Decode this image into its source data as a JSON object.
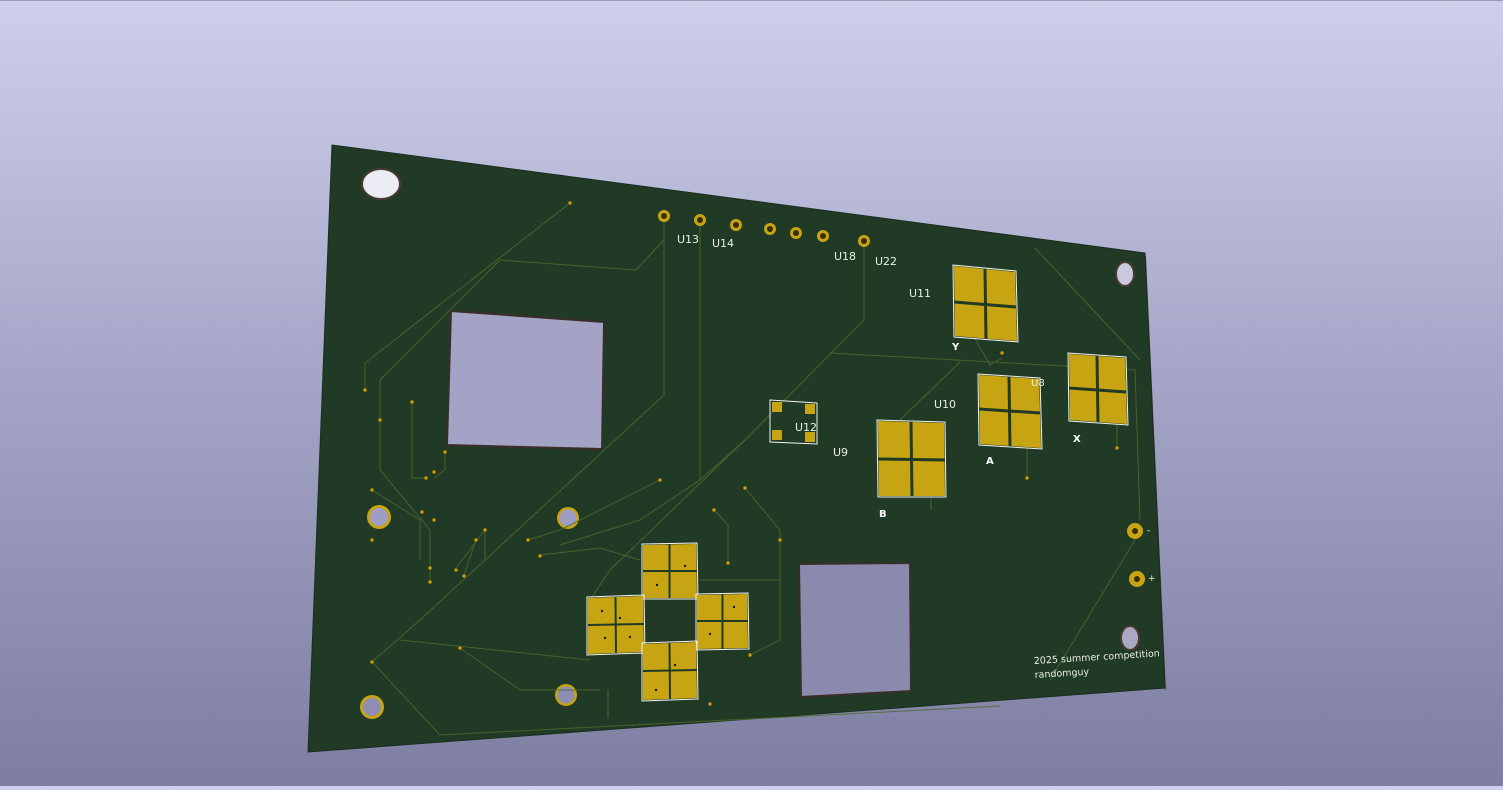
{
  "board": {
    "colors": {
      "soldermask": "#213a25",
      "copper": "#c7a512",
      "silkscreen": "#e9efe3",
      "background_top": "#cfcfec",
      "background_bottom": "#7e7ea2"
    },
    "refdes": {
      "u13": "U13",
      "u14": "U14",
      "u18": "U18",
      "u22": "U22",
      "u11": "U11",
      "u8": "U8",
      "u10": "U10",
      "u12": "U12",
      "u9": "U9"
    },
    "buttons": {
      "y": "Y",
      "x": "X",
      "a": "A",
      "b": "B"
    },
    "power": {
      "minus": "-",
      "plus": "+"
    },
    "credit": {
      "line1": "2025 summer competition",
      "line2": "randomguy"
    }
  }
}
